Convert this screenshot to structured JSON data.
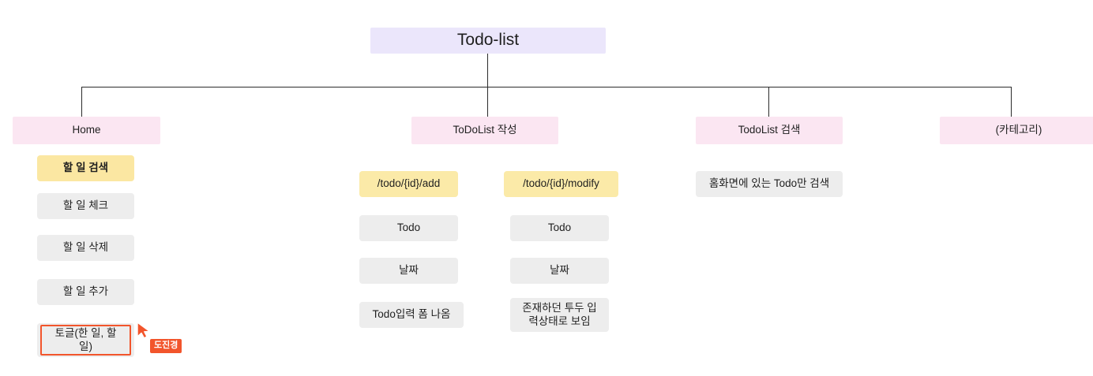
{
  "diagram": {
    "root": {
      "label": "Todo-list"
    },
    "branches": [
      {
        "id": "home",
        "label": "Home",
        "children": [
          {
            "label": "할 일 검색",
            "style": "yellow"
          },
          {
            "label": "할 일 체크",
            "style": "grey"
          },
          {
            "label": "할 일 삭제",
            "style": "grey"
          },
          {
            "label": "할 일 추가",
            "style": "grey"
          },
          {
            "label": "토글(한 일, 할 일)",
            "style": "grey",
            "selected": true
          }
        ]
      },
      {
        "id": "todolist-write",
        "label": "ToDoList 작성",
        "columns": [
          {
            "route": "/todo/{id}/add",
            "children": [
              {
                "label": "Todo"
              },
              {
                "label": "날짜"
              },
              {
                "label": "Todo입력 폼 나옴"
              }
            ]
          },
          {
            "route": "/todo/{id}/modify",
            "children": [
              {
                "label": "Todo"
              },
              {
                "label": "날짜"
              },
              {
                "label": "존재하던 투두 입력상태로 보임"
              }
            ]
          }
        ]
      },
      {
        "id": "todolist-search",
        "label": "TodoList  검색",
        "children": [
          {
            "label": "홈화면에 있는 Todo만 검색",
            "style": "grey"
          }
        ]
      },
      {
        "id": "category",
        "label": "(카테고리)",
        "children": []
      }
    ]
  },
  "cursor": {
    "name": "도진경",
    "color": "#f2552c"
  },
  "colors": {
    "root_bg": "#ebe6fb",
    "section_bg": "#fbe6f2",
    "grey_bg": "#ededed",
    "yellow_bg": "#fbe7a2",
    "route_bg": "#fbeaa8",
    "line": "#2b2b2b",
    "selection": "#f2552c",
    "page_bg": "#ffffff"
  }
}
